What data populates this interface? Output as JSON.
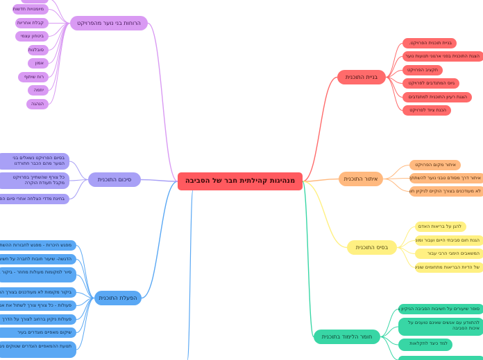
{
  "root": {
    "label": "מנהיגות קהילתית חבר של הסביבה"
  },
  "branches": [
    {
      "id": "build",
      "label": "בניית התוכנית",
      "color": "red",
      "children": [
        "בניית תוכנית הפרויקט.",
        "הצגת התוכנית בפני ארגוני תנועות נוער",
        "תקציב הפרויקט",
        "גיוס המתנדבים לפרויקט",
        "הצגת רעיון התוכנית למתנדבים",
        "הכנת ציוד לפרויקט"
      ]
    },
    {
      "id": "location",
      "label": "איתור התוכנית",
      "color": "orange",
      "children": [
        "איתור מקום הפרויקט",
        "איתור דרך מסודם טבני נוער להשתתף",
        "לא מעודכנים בצורך הוקיים לניקיון חוף"
      ]
    },
    {
      "id": "basis",
      "label": "בסיס התוכנית",
      "color": "yellow",
      "children": [
        "להגן על בריאות האדם",
        "הגנת חום סביבתי הייום ועבור ומונעית",
        "המשאבים הימבי הרבי עבור",
        "של הדיות הבריאות מתחומים שונים"
      ]
    },
    {
      "id": "learning",
      "label": "חומר הלימוד בתוכנית",
      "color": "green",
      "children": [
        "סופר שיעורים על חשיבות הסביבה הניקיון בחיים",
        "להתוודע עם אנשים שאינם טוענים על איכות הסביבה",
        "למד כיצד לתקלאות",
        ""
      ]
    },
    {
      "id": "operation",
      "label": "הפעלת התוכנית",
      "color": "blue",
      "children": [
        "מפגש היכרות - מפגש לחבורות ההשתתפות",
        "הדגשה- שיעור חובות לחברה על חשיבות הניקיון",
        "סיור למקומות מעולות מחוזר - ביקור בעלותן",
        "ביקור מקומות לא מעודכנים בצורך הוקיים",
        "פעולות - כל צורף צורך לשתול את אמן העץ",
        "פעולות ניקיון ברחוב לצורך על הדרך",
        "שיקום מאפיים מוגדרים בעיר",
        "תנועת ההמאפיים הוגדרים שטוקים ניבון"
      ]
    },
    {
      "id": "summary",
      "label": "סיכום התוכנית",
      "color": "purple",
      "children": [
        "בסיום הפרויקט נשאלים בני הנוער מהם הכבר חתורדנו",
        "כל צורף שהשתייך בפרויקט מקבל תעודת הוקרה",
        "בחינת מדדי הצלחה אחרי סיום הפרויקט"
      ]
    },
    {
      "id": "youth",
      "label": "הרוחות בני נוער מהפרויקט",
      "color": "magenta",
      "children": [
        "",
        "מיומנויות חדשות",
        "קבלת אחריות",
        "ביטחון עצמי",
        "סובלנות",
        "אמון",
        "רוח שיתוף",
        "יוזמה",
        "הנהגה"
      ]
    }
  ],
  "colors": {
    "red": "#ff6b6b",
    "orange": "#ffb97f",
    "yellow": "#fff082",
    "green": "#38d6a5",
    "blue": "#5aa8f4",
    "purple": "#a8a0f6",
    "magenta": "#d99af3",
    "root": "#ff5a5f"
  }
}
